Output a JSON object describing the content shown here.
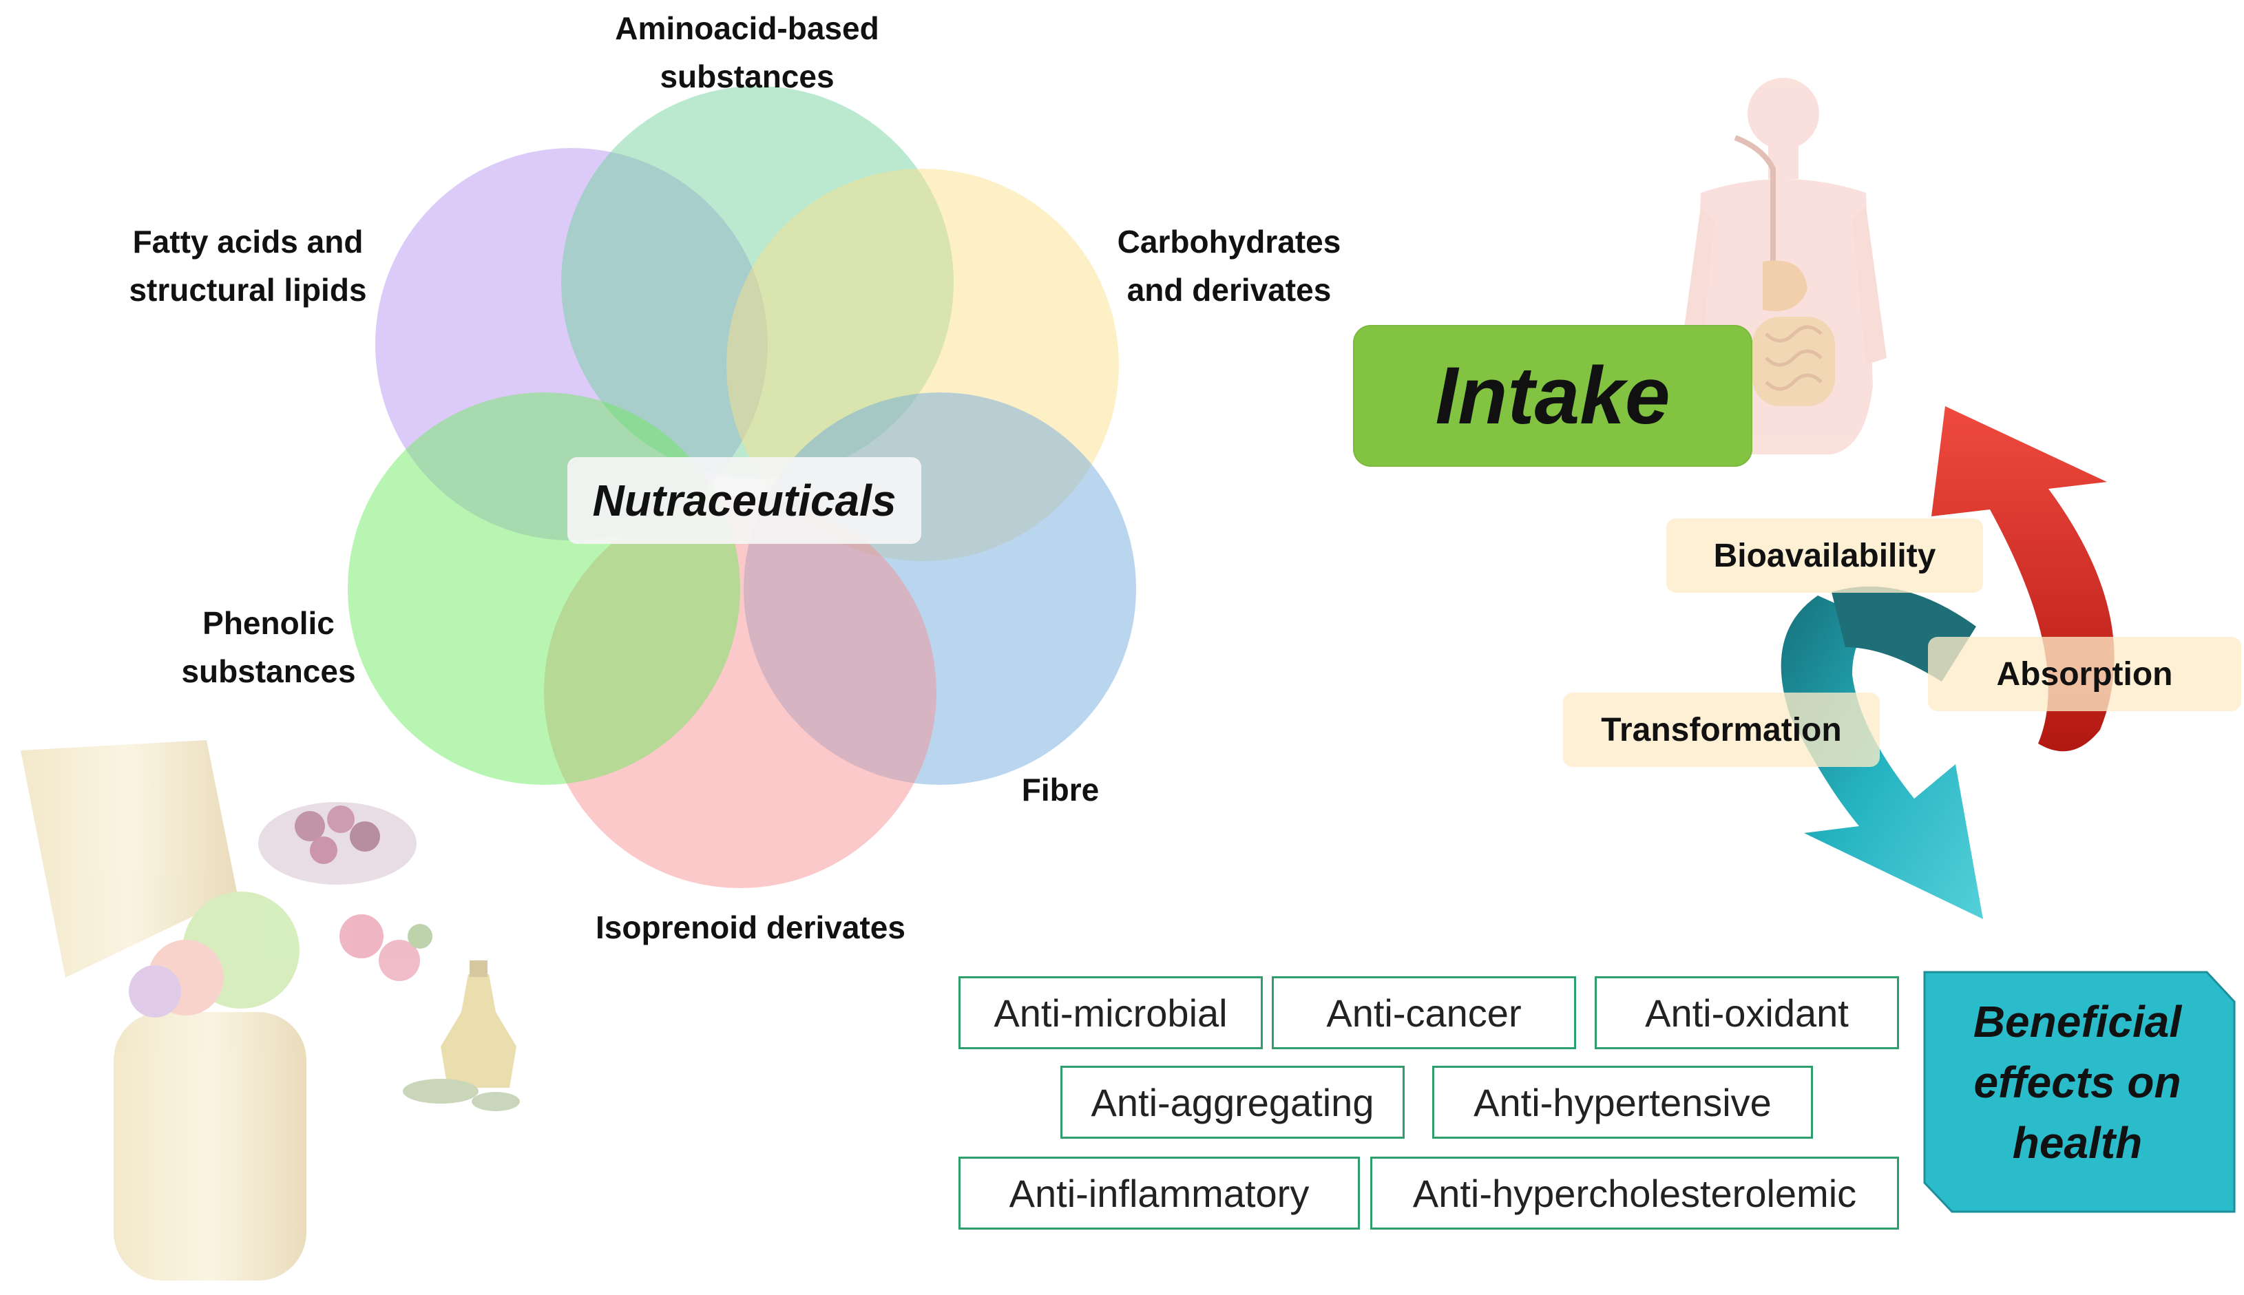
{
  "center": {
    "label": "Nutraceuticals"
  },
  "categories": {
    "aminoacid": [
      "Aminoacid-based",
      "substances"
    ],
    "fatty": [
      "Fatty acids and",
      "structural lipids"
    ],
    "carbs": [
      "Carbohydrates",
      "and derivates"
    ],
    "phenolic": [
      "Phenolic",
      "substances"
    ],
    "fibre": [
      "Fibre"
    ],
    "isoprenoid": [
      "Isoprenoid derivates"
    ]
  },
  "colors": {
    "aminoacid": "#6fd09b",
    "fatty": "#b693f0",
    "carbs": "#fbe08a",
    "phenolic": "#6dea5f",
    "fibre": "#6ea9de",
    "isoprenoid": "#f78e90",
    "intake": "#82c341",
    "effect_border": "#2e9e6c",
    "benefit_fill": "#2bbccb",
    "arrow_red": "#e8251f",
    "arrow_teal": "#1fa7b3"
  },
  "process": {
    "intake": "Intake",
    "bioavailability": "Bioavailability",
    "absorption": "Absorption",
    "transformation": "Transformation"
  },
  "effects": {
    "row1": [
      "Anti-microbial",
      "Anti-cancer",
      "Anti-oxidant"
    ],
    "row2": [
      "Anti-aggregating",
      "Anti-hypertensive"
    ],
    "row3": [
      "Anti-inflammatory",
      "Anti-hypercholesterolemic"
    ]
  },
  "benefit": [
    "Beneficial",
    "effects on",
    "health"
  ],
  "illustrations": [
    "capsule-with-fruit",
    "berries-bowl",
    "raspberries",
    "olive-oil-bottle",
    "human-digestive-system"
  ]
}
